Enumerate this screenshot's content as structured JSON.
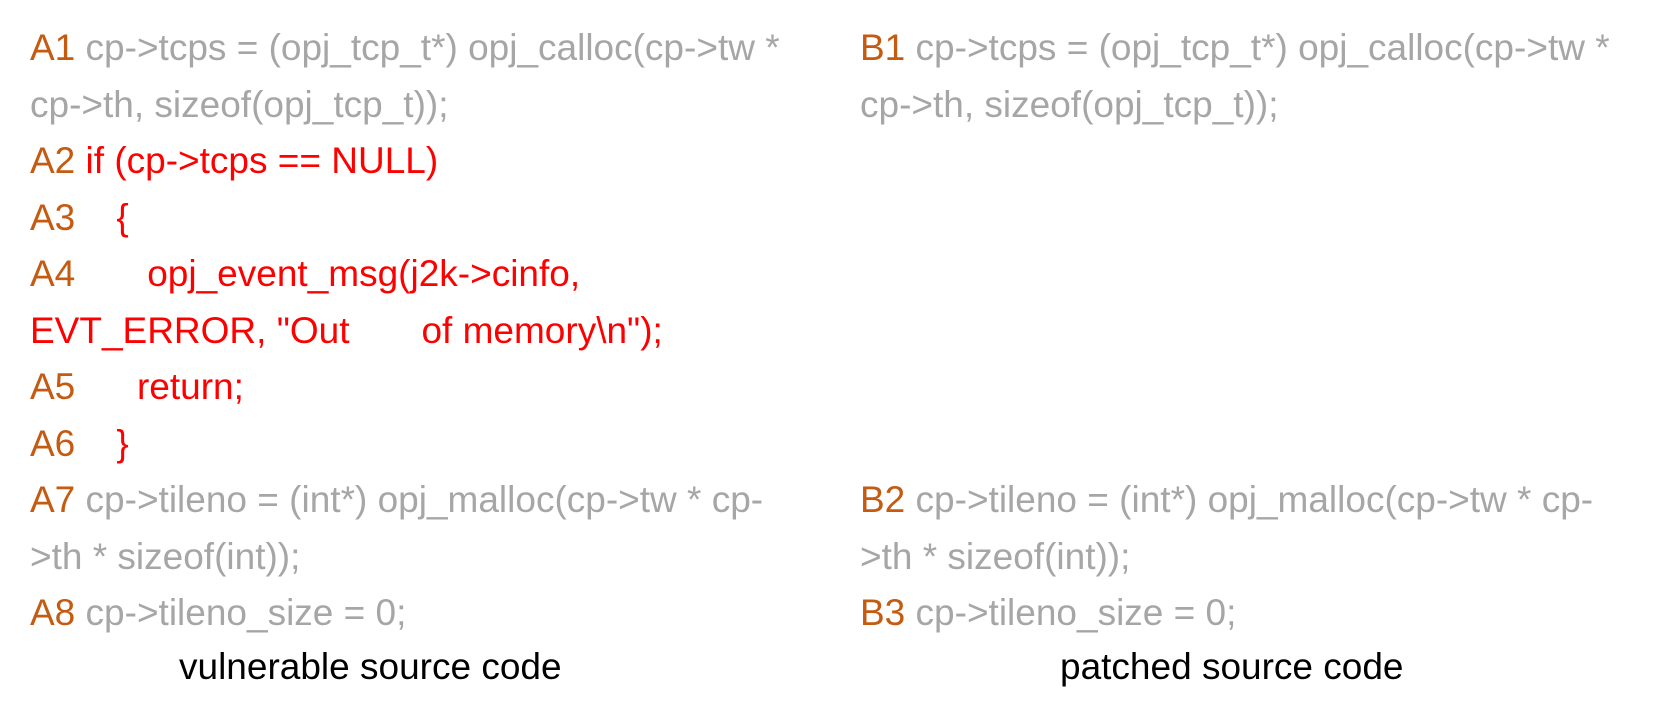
{
  "colors": {
    "line_number": "#c55a11",
    "unchanged_code": "#a6a6a6",
    "vulnerable_code": "#ff0000",
    "caption": "#000000"
  },
  "vulnerable": {
    "caption": "vulnerable source code",
    "lines": [
      {
        "num": "A1",
        "code": " cp->tcps = (opj_tcp_t*) opj_calloc(cp->tw * cp->th, sizeof(opj_tcp_t));",
        "highlight": false
      },
      {
        "num": "A2",
        "code": " if (cp->tcps == NULL)",
        "highlight": true
      },
      {
        "num": "A3",
        "code": "    {",
        "highlight": true
      },
      {
        "num": "A4",
        "code": "       opj_event_msg(j2k->cinfo, EVT_ERROR, \"Out       of memory\\n\");",
        "highlight": true
      },
      {
        "num": "A5",
        "code": "      return;",
        "highlight": true
      },
      {
        "num": "A6",
        "code": "    }",
        "highlight": true
      },
      {
        "num": "A7",
        "code": " cp->tileno = (int*) opj_malloc(cp->tw * cp->th * sizeof(int));",
        "highlight": false
      },
      {
        "num": "A8",
        "code": " cp->tileno_size = 0;",
        "highlight": false
      }
    ]
  },
  "patched": {
    "caption": "patched source code",
    "lines": [
      {
        "num": "B1",
        "code": " cp->tcps = (opj_tcp_t*) opj_calloc(cp->tw * cp->th, sizeof(opj_tcp_t));"
      },
      {
        "num": "B2",
        "code": " cp->tileno = (int*) opj_malloc(cp->tw * cp->th * sizeof(int));"
      },
      {
        "num": "B3",
        "code": " cp->tileno_size = 0;"
      }
    ]
  }
}
